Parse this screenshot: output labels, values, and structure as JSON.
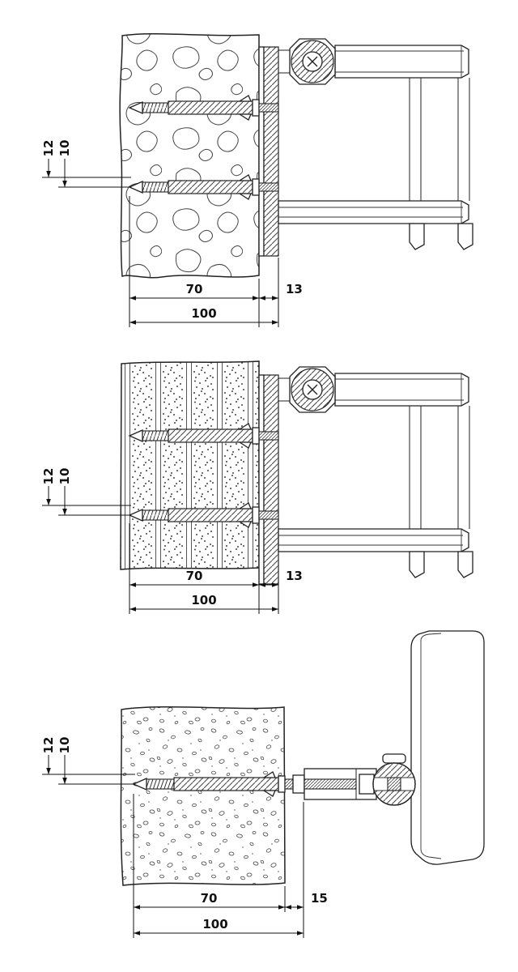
{
  "panels": [
    {
      "wall": "concrete",
      "dims": {
        "v1": "12",
        "v2": "10",
        "embed": "70",
        "gap": "13",
        "total": "100"
      }
    },
    {
      "wall": "perforated-brick",
      "dims": {
        "v1": "12",
        "v2": "10",
        "embed": "70",
        "gap": "13",
        "total": "100"
      }
    },
    {
      "wall": "aerated-concrete",
      "dims": {
        "v1": "12",
        "v2": "10",
        "embed": "70",
        "gap": "15",
        "total": "100"
      }
    }
  ]
}
